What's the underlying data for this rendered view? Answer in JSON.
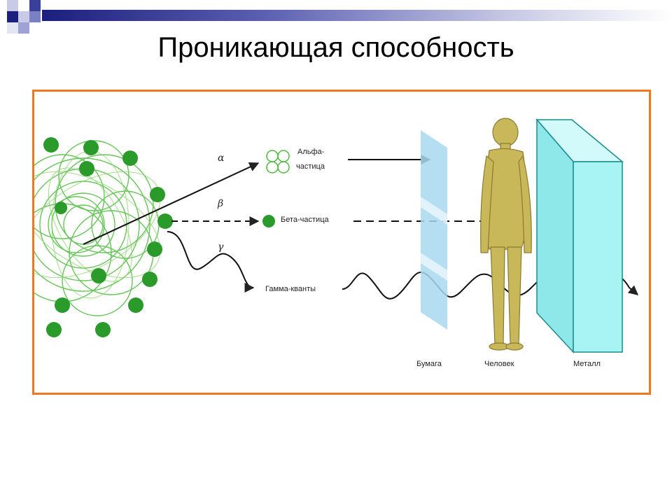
{
  "slide": {
    "title": "Проникающая способность"
  },
  "diagram": {
    "greek": {
      "alpha": "α",
      "beta": "β",
      "gamma": "γ"
    },
    "labels": {
      "alpha_line1": "Альфа-",
      "alpha_line2": "частица",
      "beta": "Бета-частица",
      "gamma": "Гамма-кванты",
      "paper": "Бумага",
      "human": "Человек",
      "metal": "Металл"
    },
    "colors": {
      "frame": "#f07820",
      "nucleus": "#2a9a2a",
      "barrier": "#a9d8f0",
      "metal": "#a8f4f4",
      "human": "#b7a848"
    }
  }
}
